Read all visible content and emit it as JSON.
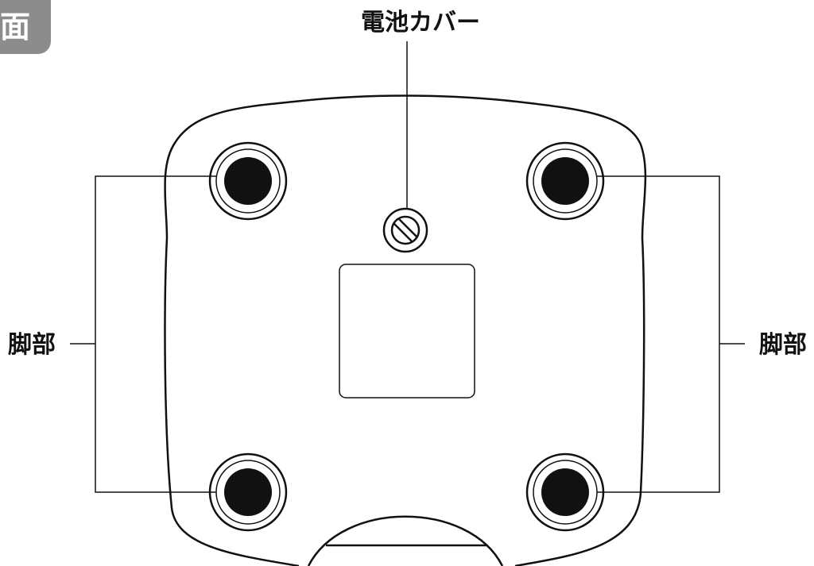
{
  "section_tab": {
    "text": "面",
    "color": "#8c8c8c"
  },
  "labels": {
    "battery_cover": "電池カバー",
    "foot_left": "脚部",
    "foot_right": "脚部"
  },
  "colors": {
    "outline": "#111111",
    "foot_pad": "#111111",
    "background": "#ffffff"
  }
}
